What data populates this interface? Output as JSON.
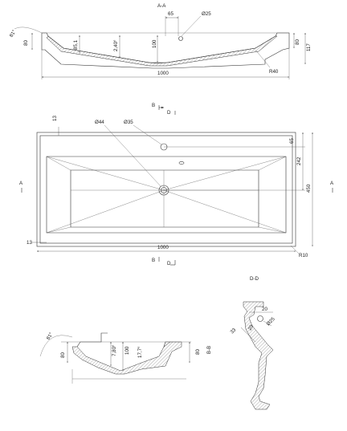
{
  "section_a": {
    "title": "A-A",
    "dims": {
      "hole_offset": "65",
      "hole_dia": "Ø25",
      "rim_angle": "81°",
      "rim_height_left": "80",
      "depth_inner": "85,1",
      "slope": "2,40°",
      "depth_drain": "100",
      "rim_height_right": "80",
      "total_height": "117",
      "radius": "R40",
      "width": "1000"
    }
  },
  "plan": {
    "markers": {
      "b_top": "B",
      "d_top": "D",
      "b_bottom": "B",
      "d_bottom": "D",
      "a_left": "A",
      "a_right": "A"
    },
    "dims": {
      "rim_top": "13",
      "drain_dia": "Ø44",
      "tap_dia": "Ø35",
      "tap_offset": "65",
      "half_depth": "242",
      "depth": "450",
      "rim_left": "13",
      "width": "1000",
      "corner_radius": "R10"
    }
  },
  "section_b": {
    "title": "B-B",
    "dims": {
      "angle": "81°",
      "rim_height": "80",
      "slope": "7,80°",
      "drain_depth": "100",
      "side_angle": "17,7°",
      "total_height": "80"
    }
  },
  "section_d": {
    "title": "D-D",
    "dims": {
      "top": "20",
      "side": "33",
      "depth": "29",
      "hole_dia": "Ø25"
    }
  }
}
